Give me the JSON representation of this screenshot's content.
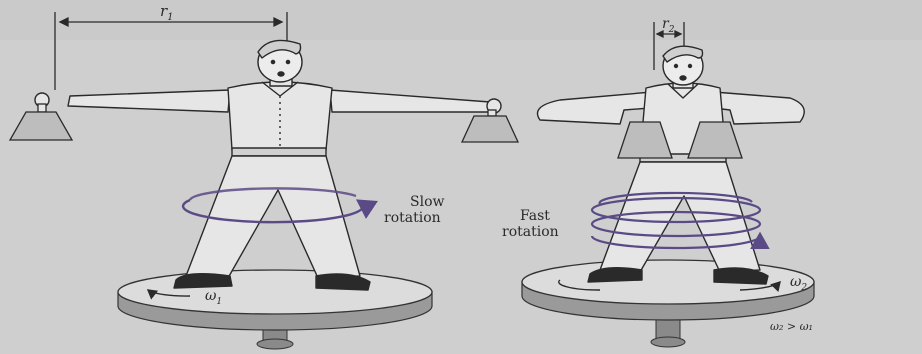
{
  "left_figure": {
    "radius_label": "r",
    "radius_subscript": "1",
    "rotation_label_line1": "Slow",
    "rotation_label_line2": "rotation",
    "omega_label": "ω",
    "omega_subscript": "1"
  },
  "right_figure": {
    "radius_label": "r",
    "radius_subscript": "2",
    "rotation_label_line1": "Fast",
    "rotation_label_line2": "rotation",
    "omega_label": "ω",
    "omega_subscript": "2",
    "relation_label": "ω₂ > ω₁"
  },
  "colors": {
    "background": "#cfcfcf",
    "ink": "#2a2a2a",
    "rotation_arrow": "#5a4a86",
    "platform_top": "#dcdcdc",
    "platform_side": "#9a9a9a",
    "weight": "#bdbdbd"
  }
}
